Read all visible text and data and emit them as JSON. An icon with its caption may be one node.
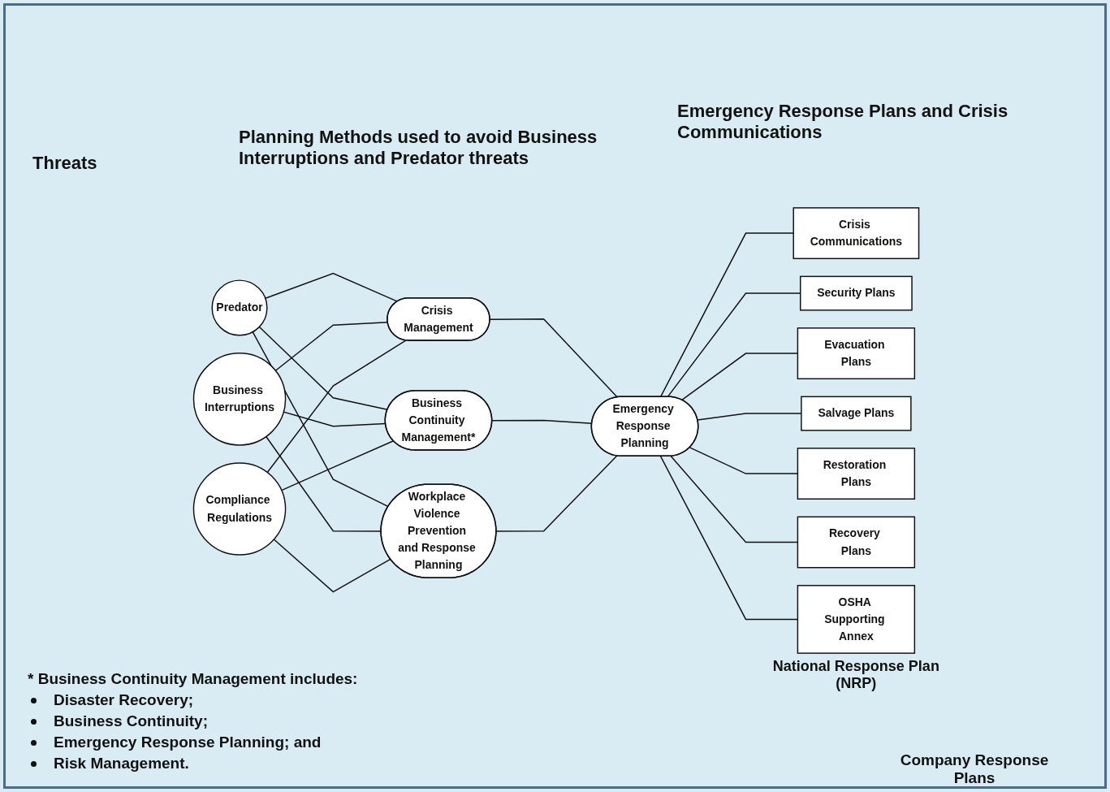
{
  "diagram": {
    "nodes": [
      {
        "text": [
          "Predator"
        ]
      },
      {
        "text": [
          "Business Interruptions"
        ]
      },
      {
        "text": [
          "Compliance Regulations"
        ]
      },
      {
        "text": [
          "Crisis Management"
        ]
      },
      {
        "text": [
          "Business Continuity Management*"
        ]
      },
      {
        "text": [
          "Workplace Violence Prevention and Response Planning"
        ]
      },
      {
        "text": [
          "Emergency Response Planning"
        ]
      },
      {
        "text": [
          "Crisis Communications"
        ]
      },
      {
        "text": [
          "Security Plans"
        ]
      },
      {
        "text": [
          "Evacuation Plans"
        ]
      },
      {
        "text": [
          "Salvage Plans"
        ]
      },
      {
        "text": [
          "Restoration Plans"
        ]
      },
      {
        "text": [
          "Recovery Plans"
        ]
      },
      {
        "text": [
          "OSHA Supporting Annex"
        ],
        "beside": [
          "National Response Plan (NRP)"
        ]
      }
    ],
    "edges": [
      {
        "from": 0,
        "to": 3,
        "arrow": "none"
      },
      {
        "from": 0,
        "to": 4,
        "arrow": "none"
      },
      {
        "from": 0,
        "to": 5,
        "arrow": "none"
      },
      {
        "from": 1,
        "to": 3,
        "arrow": "none"
      },
      {
        "from": 1,
        "to": 4,
        "arrow": "none"
      },
      {
        "from": 1,
        "to": 5,
        "arrow": "none"
      },
      {
        "from": 2,
        "to": 3,
        "arrow": "none"
      },
      {
        "from": 2,
        "to": 4,
        "arrow": "none"
      },
      {
        "from": 2,
        "to": 5,
        "arrow": "none"
      },
      {
        "from": 3,
        "to": 6,
        "arrow": "none"
      },
      {
        "from": 4,
        "to": 6,
        "arrow": "none"
      },
      {
        "from": 5,
        "to": 6,
        "arrow": "none"
      },
      {
        "from": 6,
        "to": 7,
        "arrow": "none"
      },
      {
        "from": 6,
        "to": 8,
        "arrow": "none"
      },
      {
        "from": 6,
        "to": 9,
        "arrow": "none"
      },
      {
        "from": 6,
        "to": 10,
        "arrow": "none"
      },
      {
        "from": 6,
        "to": 11,
        "arrow": "none"
      },
      {
        "from": 6,
        "to": 12,
        "arrow": "none"
      },
      {
        "from": 6,
        "to": 13,
        "arrow": "none"
      }
    ],
    "labels": [
      "Threats",
      "Planning Methods used to avoid Business Interruptions and Predator threats",
      "Emergency Response Plans and Crisis Communications",
      "Company Response Plans",
      "* Business Continuity Management includes:",
      "Disaster Recovery;",
      "Business Continuity;",
      "Emergency Response Planning; and",
      "Risk Management."
    ]
  }
}
